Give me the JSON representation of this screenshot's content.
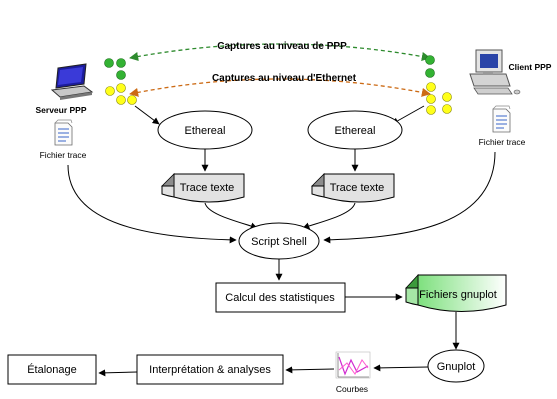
{
  "captures": {
    "ppp_label": "Captures au niveau de PPP",
    "ethernet_label": "Captures au niveau d'Ethernet"
  },
  "nodes": {
    "server": "Serveur PPP",
    "client": "Client PPP",
    "trace_left": "Fichier trace",
    "trace_right": "Fichier trace",
    "ethereal_left": "Ethereal",
    "ethereal_right": "Ethereal",
    "trace_texte_left": "Trace texte",
    "trace_texte_right": "Trace texte",
    "script_shell": "Script Shell",
    "calcul": "Calcul des statistiques",
    "gnuplot_files": "Fichiers gnuplot",
    "gnuplot": "Gnuplot",
    "courbes": "Courbes",
    "interpretation": "Interprétation & analyses",
    "etalonage": "Étalonage"
  },
  "colors": {
    "green_dot": "#33b233",
    "yellow_dot": "#ffff1a",
    "ppp_arrow": "#2e8b2e",
    "ethernet_arrow": "#cc6a14",
    "ellipse_fill": "#ffffff",
    "doc_fill": "#e2e2e2",
    "gnuplot_doc_fill": "#c9f0c9"
  }
}
